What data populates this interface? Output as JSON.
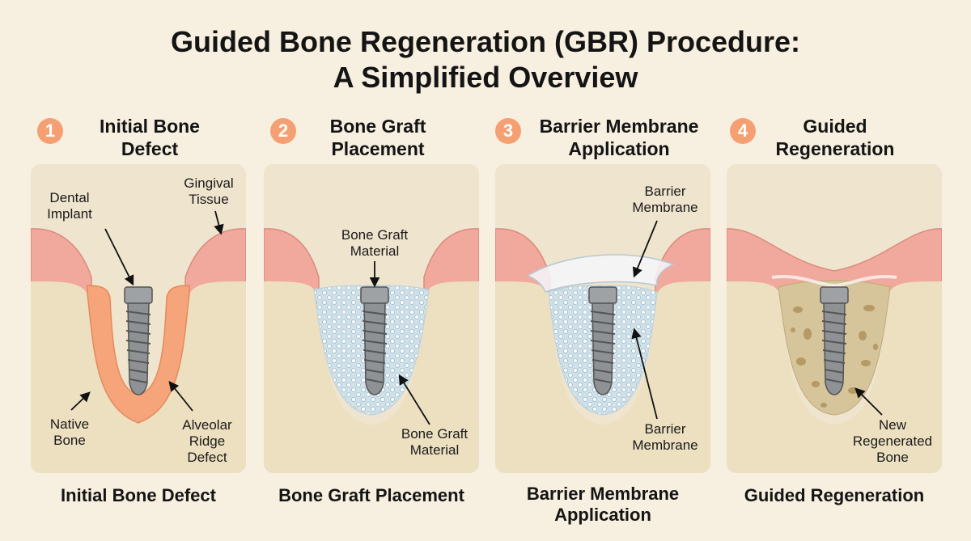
{
  "title": {
    "line1": "Guided Bone Regeneration (GBR) Procedure:",
    "line2": "A Simplified Overview"
  },
  "colors": {
    "accent": "#f5a073",
    "gum": "#f2a99d",
    "bone": "#ede0c1",
    "defect": "#f6a47a",
    "graft": "#cfe1ea",
    "implant": "#8e9295",
    "background": "#f7efdf"
  },
  "steps": [
    {
      "number": "1",
      "title_line1": "Initial Bone",
      "title_line2": "Defect",
      "caption": "Initial Bone Defect",
      "labels": {
        "dental_implant": [
          "Dental",
          "Implant"
        ],
        "gingival_tissue": [
          "Gingival",
          "Tissue"
        ],
        "native_bone": [
          "Native",
          "Bone"
        ],
        "alveolar_ridge_defect": [
          "Alveolar",
          "Ridge",
          "Defect"
        ]
      }
    },
    {
      "number": "2",
      "title_line1": "Bone Graft",
      "title_line2": "Placement",
      "caption": "Bone Graft Placement",
      "labels": {
        "graft_top": [
          "Bone Graft",
          "Material"
        ],
        "graft_bottom": [
          "Bone Graft",
          "Material"
        ]
      }
    },
    {
      "number": "3",
      "title_line1": "Barrier Membrane",
      "title_line2": "Application",
      "caption_line1": "Barrier Membrane",
      "caption_line2": "Application",
      "labels": {
        "membrane_top": [
          "Barrier",
          "Membrane"
        ],
        "membrane_bottom": [
          "Barrier",
          "Membrane"
        ]
      }
    },
    {
      "number": "4",
      "title_line1": "Guided",
      "title_line2": "Regeneration",
      "caption": "Guided Regeneration",
      "labels": {
        "new_bone": [
          "New",
          "Regenerated",
          "Bone"
        ]
      }
    }
  ]
}
